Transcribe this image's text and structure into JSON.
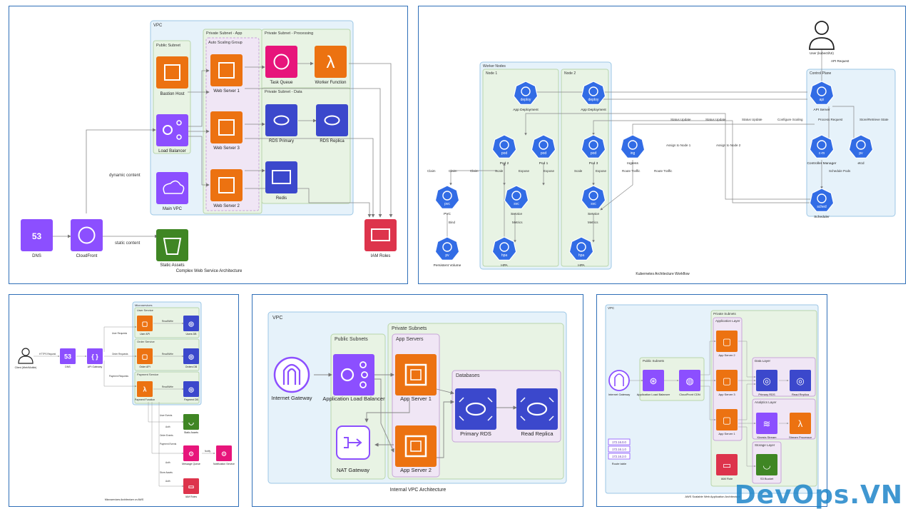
{
  "watermark": "DevOps.VN",
  "colors": {
    "compute": "#ec7211",
    "database": "#3b48cc",
    "network": "#8c4fff",
    "storage": "#3f8624",
    "security": "#dd344c",
    "app_integration": "#e7157b",
    "k8s": "#326ce5",
    "vpc_fill": "#e6f2fa",
    "subnet_fill": "#e8f3e4"
  },
  "d1": {
    "title": "Complex Web Service Architecture",
    "vpc": "VPC",
    "public_subnet": "Public Subnet",
    "private_app": "Private Subnet - App",
    "asg": "Auto Scaling Group",
    "private_processing": "Private Subnet - Processing",
    "private_data": "Private Subnet - Data",
    "nodes": {
      "bastion": "Bastion Host",
      "lb": "Load Balancer",
      "mainvpc": "Main VPC",
      "ws1": "Web Server 1",
      "ws3": "Web Server 3",
      "ws2": "Web Server 2",
      "queue": "Task Queue",
      "worker": "Worker Function",
      "rdsp": "RDS Primary",
      "rdsr": "RDS Replica",
      "redis": "Redis",
      "dns": "DNS",
      "cf": "CloudFront",
      "assets": "Static Assets",
      "iam": "IAM Roles"
    },
    "edges": {
      "dynamic": "dynamic content",
      "static": "static content"
    }
  },
  "d2": {
    "title": "Kubernetes Architecture Workflow",
    "worker_nodes": "Worker Nodes",
    "node1": "Node 1",
    "node2": "Node 2",
    "control_plane": "Control Plane",
    "user": "User (kubectl/UI)",
    "api_request": "API Request",
    "nodes": {
      "deploy1": "App Deployment",
      "deploy2": "App Deployment",
      "pod2": "Pod 2",
      "pod1": "Pod 1",
      "pod3": "Pod 3",
      "svc1": "Service",
      "svc2": "Service",
      "hpa1": "HPA",
      "hpa2": "HPA",
      "ingress": "Ingress",
      "pvc": "PVC",
      "pv": "Persistent Volume",
      "api": "API Server",
      "cm": "Controller Manager",
      "etcd": "etcd",
      "sched": "Scheduler"
    },
    "glyphs": {
      "deploy": "deploy",
      "pod": "pod",
      "svc": "svc",
      "hpa": "hpa",
      "ing": "ing",
      "pvc": "pvc",
      "pv": "pv",
      "api": "api",
      "cm": "c-m",
      "sched": "sched"
    },
    "edges": {
      "status": "Status Update",
      "configure": "Configure Scaling",
      "process": "Process Request",
      "store": "Store/Retrieve State",
      "assign1": "Assign to Node 1",
      "assign2": "Assign to Node 2",
      "schedule": "Schedule Pods",
      "claim": "Claim",
      "scale": "Scale",
      "expose": "Expose",
      "route": "Route Traffic",
      "metrics": "Metrics",
      "bind": "Bind"
    }
  },
  "d3": {
    "title": "Microservices Architecture on AWS",
    "microservices": "Microservices",
    "user_service": "User Service",
    "order_service": "Order Service",
    "payment_service": "Payment Service",
    "client": "Client (Web/Mobile)",
    "nodes": {
      "dns": "DNS",
      "apigw": "API Gateway",
      "userapi": "User API",
      "orderapi": "Order API",
      "payfn": "Payment Function",
      "userdb": "Users DB",
      "orderdb": "Orders DB",
      "paydb": "Payment DB",
      "assets": "Static Assets",
      "mq": "Message Queue",
      "notif": "Notification Service",
      "iam": "IAM Roles"
    },
    "edges": {
      "https": "HTTPS Request",
      "user_req": "User Requests",
      "order_req": "Order Requests",
      "pay_req": "Payment Requests",
      "read_write": "Read/Write",
      "user_events": "User Events",
      "order_events": "Order Events",
      "payment_events": "Payment Events",
      "notify": "Notify",
      "auth": "Auth",
      "store_assets": "Store Assets"
    }
  },
  "d4": {
    "title": "Internal VPC Architecture",
    "vpc": "VPC",
    "private_subnets": "Private Subnets",
    "public_subnets": "Public Subnets",
    "app_servers": "App Servers",
    "databases": "Databases",
    "nodes": {
      "igw": "Internet Gateway",
      "alb": "Application Load Balancer",
      "app1": "App Server 1",
      "app2": "App Server 2",
      "nat": "NAT Gateway",
      "rds": "Primary RDS",
      "replica": "Read Replica"
    }
  },
  "d5": {
    "title": "AWS Scalable Web Application Architecture",
    "vpc": "VPC",
    "private_subnets": "Private Subnets",
    "public_subnets": "Public Subnets",
    "app_layer": "Application Layer",
    "data_layer": "Data Layer",
    "analytics_layer": "Analytics Layer",
    "storage_layer": "Storage Layer",
    "route_ips": [
      "172.16.0.0",
      "172.16.1.0",
      "172.16.2.0"
    ],
    "nodes": {
      "igw": "Internet Gateway",
      "alb": "Application Load Balancer",
      "cdn": "CloudFront CDN",
      "app2": "App Server 2",
      "app3": "App Server 3",
      "app1": "App Server 1",
      "rds": "Primary RDS",
      "replica": "Read Replica",
      "kinesis": "Kinesis Stream",
      "lambda": "Stream Processor",
      "route": "Route table",
      "iam": "IAM Role",
      "s3": "S3 Bucket"
    }
  }
}
